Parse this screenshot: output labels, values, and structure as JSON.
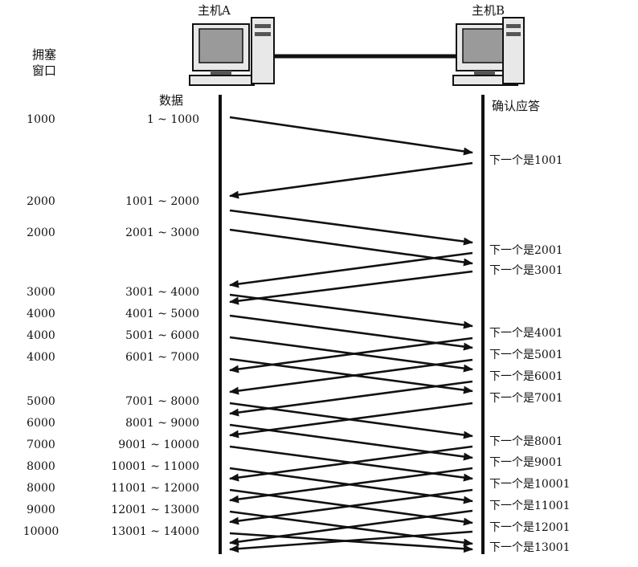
{
  "host_a": "主机A",
  "host_b": "主机B",
  "cwnd_header": [
    "拥塞",
    "窗口"
  ],
  "data_header": "数据",
  "ack_header": "确认应答",
  "rows": [
    {
      "cwnd": "1000",
      "range": "1 ~ 1000"
    },
    {
      "cwnd": "2000",
      "range": "1001 ~ 2000"
    },
    {
      "cwnd": "2000",
      "range": "2001 ~ 3000"
    },
    {
      "cwnd": "3000",
      "range": "3001 ~ 4000"
    },
    {
      "cwnd": "4000",
      "range": "4001 ~ 5000"
    },
    {
      "cwnd": "4000",
      "range": "5001 ~ 6000"
    },
    {
      "cwnd": "4000",
      "range": "6001 ~ 7000"
    },
    {
      "cwnd": "5000",
      "range": "7001 ~ 8000"
    },
    {
      "cwnd": "6000",
      "range": "8001 ~ 9000"
    },
    {
      "cwnd": "7000",
      "range": "9001 ~ 10000"
    },
    {
      "cwnd": "8000",
      "range": "10001 ~ 11000"
    },
    {
      "cwnd": "8000",
      "range": "11001 ~ 12000"
    },
    {
      "cwnd": "9000",
      "range": "12001 ~ 13000"
    },
    {
      "cwnd": "10000",
      "range": "13001 ~ 14000"
    }
  ],
  "acks": [
    "下一个是1001",
    "下一个是2001",
    "下一个是3001",
    "下一个是4001",
    "下一个是5001",
    "下一个是6001",
    "下一个是7001",
    "下一个是8001",
    "下一个是9001",
    "下一个是10001",
    "下一个是11001",
    "下一个是12001",
    "下一个是13001"
  ]
}
